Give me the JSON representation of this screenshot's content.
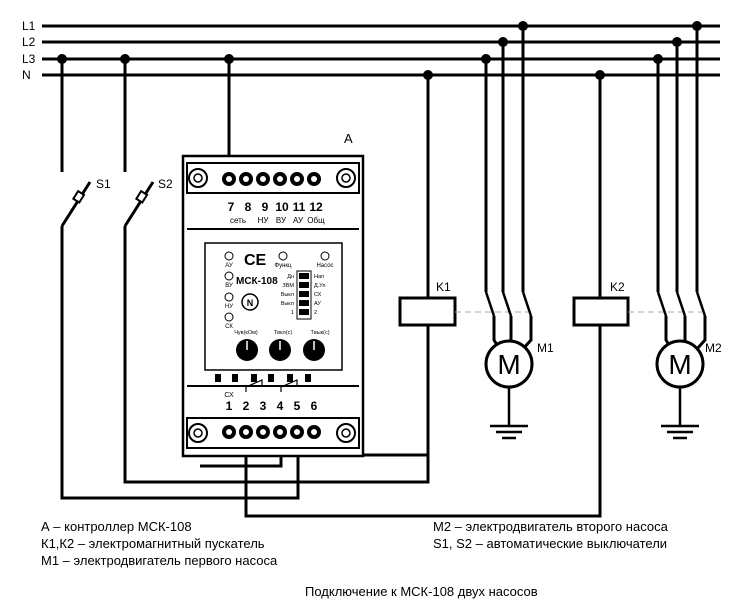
{
  "lines": [
    "L1",
    "L2",
    "L3",
    "N"
  ],
  "controller": {
    "designator": "A",
    "model": "МСК-108",
    "top_terminals": [
      "7",
      "8",
      "9",
      "10",
      "11",
      "12"
    ],
    "top_labels": [
      "сеть",
      "НУ",
      "ВУ",
      "АУ",
      "Общ"
    ],
    "bottom_label": "СХ",
    "bottom_terminals": [
      "1",
      "2",
      "3",
      "4",
      "5",
      "6"
    ],
    "leds_left": [
      "АУ",
      "ВУ",
      "НУ",
      "СК"
    ],
    "leds_top": [
      "Функц",
      "Насос"
    ],
    "dip_left": [
      "Дн",
      "ЗВМ",
      "Выкл",
      "Выкл",
      "1"
    ],
    "dip_right": [
      "Нап",
      "Д.Уп",
      "СХ",
      "АУ",
      "2"
    ],
    "knobs": [
      "Чув(кОм)",
      "Tвкл(с)",
      "Tвык(с)"
    ]
  },
  "switches": [
    "S1",
    "S2"
  ],
  "contactors": [
    "K1",
    "K2"
  ],
  "motors": [
    "M",
    "M"
  ],
  "motor_labels": [
    "M1",
    "M2"
  ],
  "legend": {
    "left": [
      "А – контроллер МСК-108",
      "К1,К2 – электромагнитный пускатель",
      "М1 – электродвигатель первого насоса"
    ],
    "right": [
      "М2 – электродвигатель второго насоса",
      "S1, S2 – автоматические выключатели"
    ]
  },
  "caption": "Подключение к МСК-108 двух насосов"
}
